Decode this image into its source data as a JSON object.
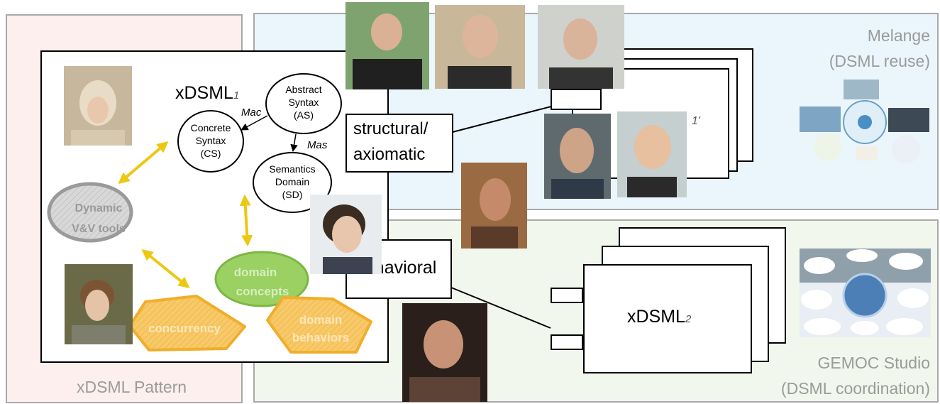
{
  "regions": {
    "pattern_label": "xDSML Pattern",
    "melange_label_line1": "Melange",
    "melange_label_line2": "(DSML reuse)",
    "gemoc_label_line1": "GEMOC Studio",
    "gemoc_label_line2": "(DSML coordination)"
  },
  "pattern": {
    "title": "xDSML",
    "title_sub": "1",
    "abstract_syntax": [
      "Abstract",
      "Syntax",
      "(AS)"
    ],
    "concrete_syntax": [
      "Concrete",
      "Syntax",
      "(CS)"
    ],
    "semantics_domain": [
      "Semantics",
      "Domain",
      "(SD)"
    ],
    "mac_label": "Mac",
    "mas_label": "Mas",
    "dynamic_tools": [
      "Dynamic",
      "V&V tools"
    ],
    "domain_concepts": [
      "domain",
      "concepts"
    ],
    "concurrency": "concurrency",
    "domain_behaviors": [
      "domain",
      "behaviors"
    ]
  },
  "callouts": {
    "structural": [
      "structural/",
      "axiomatic"
    ],
    "behavioral": "behavioral"
  },
  "melange": {
    "stack_sub": "1'"
  },
  "gemoc": {
    "title": "xDSML",
    "title_sub": "2"
  },
  "colors": {
    "pattern_bg": "#fcefee",
    "melange_bg": "#eaf6fb",
    "gemoc_bg": "#f1f7ec",
    "arrow_yellow": "#ecc812",
    "hex_orange": "#f4b93c",
    "concepts_green": "#8fc956",
    "tools_gray": "#b7b7b7"
  },
  "icons": [
    "person-photo",
    "network-collage-icon",
    "gemoc-studio-collage-icon"
  ]
}
